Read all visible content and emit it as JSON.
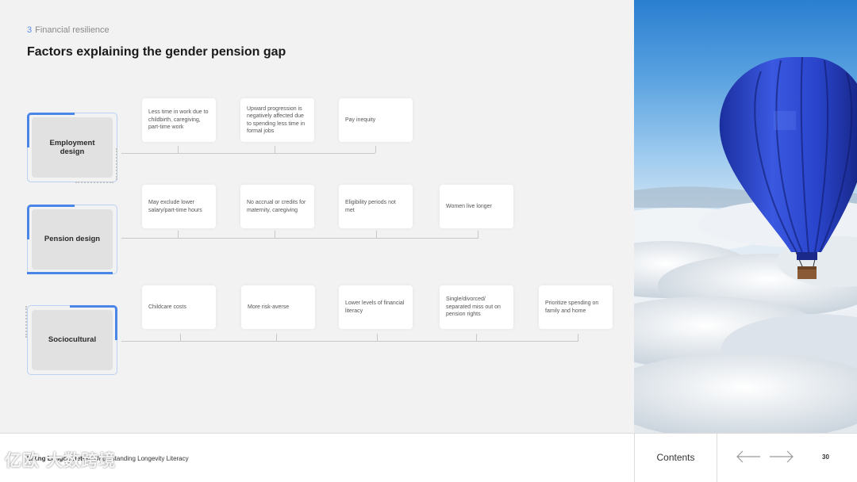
{
  "header": {
    "section_number": "3",
    "section_name": "Financial resilience",
    "title": "Factors explaining the gender pension gap"
  },
  "categories": [
    {
      "label": "Employment design",
      "factors": [
        "Less time in work due to childbirth, caregiving, part-time work",
        "Upward progression is negatively affected due to spending less time in formal jobs",
        "Pay inequity"
      ]
    },
    {
      "label": "Pension design",
      "factors": [
        "May exclude lower salary/part-time hours",
        "No accrual or credits for maternity, caregiving",
        "Eligibility periods not met",
        "Women live longer"
      ]
    },
    {
      "label": "Sociocultural",
      "factors": [
        "Childcare costs",
        "More risk-averse",
        "Lower levels of financial literacy",
        "Single/divorced/ separated miss out on pension rights",
        "Prioritize spending on family and home"
      ]
    }
  ],
  "footer": {
    "doc_title_bold": "Living Longer, Better:",
    "doc_title_rest": " Understanding Longevity Literacy",
    "contents_label": "Contents",
    "prev_icon": "arrow-left-icon",
    "next_icon": "arrow-right-icon",
    "page_number": "30"
  },
  "watermark": "亿欧 大数跨境",
  "colors": {
    "accent": "#4a86e8",
    "background": "#f2f2f2",
    "card": "#ffffff",
    "category_box": "#e1e1e1"
  }
}
